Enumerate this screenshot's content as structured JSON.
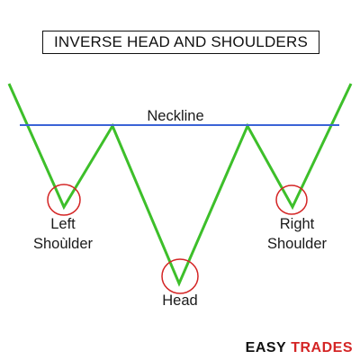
{
  "title": "INVERSE HEAD AND SHOULDERS",
  "labels": {
    "neckline": "Neckline",
    "left_shoulder_line1": "Left",
    "left_shoulder_line2": "Shoùlder",
    "right_shoulder_line1": "Right",
    "right_shoulder_line2": "Shoulder",
    "head": "Head"
  },
  "brand": {
    "part1": "EASY",
    "part2": "TRADES"
  },
  "colors": {
    "price_line": "#3dbf2a",
    "neckline": "#3b63d6",
    "marker_circle": "#d42525",
    "brand_accent": "#d42525",
    "text": "#111111"
  }
}
